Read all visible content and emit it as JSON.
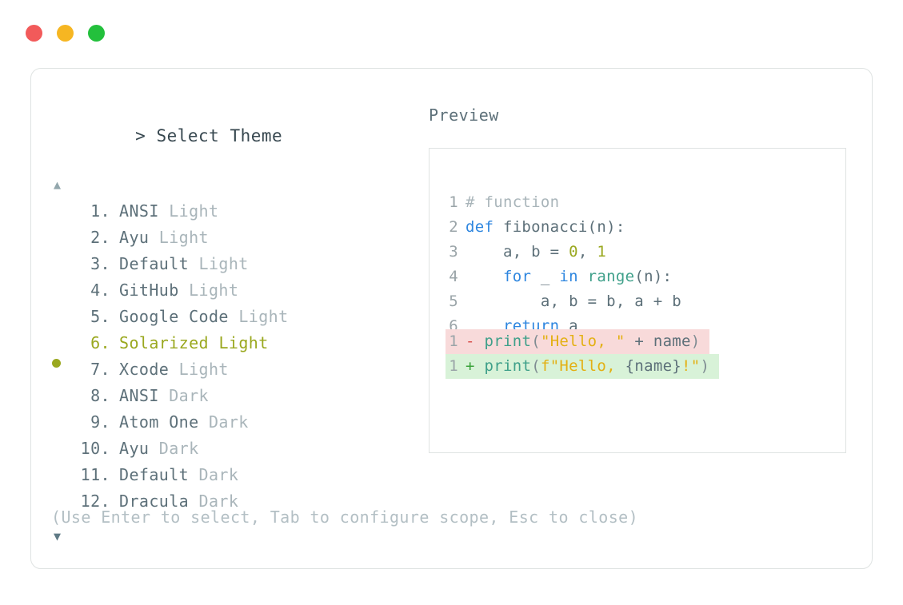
{
  "window": {
    "traffic_lights": [
      {
        "name": "close",
        "color": "#f25a5a"
      },
      {
        "name": "minimize",
        "color": "#f6b622"
      },
      {
        "name": "maximize",
        "color": "#23c03c"
      }
    ]
  },
  "selector": {
    "prompt_caret": ">",
    "prompt_title": "Select Theme",
    "scroll_up_glyph": "▲",
    "scroll_down_glyph": "▼",
    "selected_bullet": "●",
    "selected_index": 6,
    "accent_color": "#9aa81f",
    "items": [
      {
        "num": "1.",
        "name": "ANSI",
        "variant": "Light",
        "selected": false
      },
      {
        "num": "2.",
        "name": "Ayu",
        "variant": "Light",
        "selected": false
      },
      {
        "num": "3.",
        "name": "Default",
        "variant": "Light",
        "selected": false
      },
      {
        "num": "4.",
        "name": "GitHub",
        "variant": "Light",
        "selected": false
      },
      {
        "num": "5.",
        "name": "Google Code",
        "variant": "Light",
        "selected": false
      },
      {
        "num": "6.",
        "name": "Solarized",
        "variant": "Light",
        "selected": true
      },
      {
        "num": "7.",
        "name": "Xcode",
        "variant": "Light",
        "selected": false
      },
      {
        "num": "8.",
        "name": "ANSI",
        "variant": "Dark",
        "selected": false
      },
      {
        "num": "9.",
        "name": "Atom One",
        "variant": "Dark",
        "selected": false
      },
      {
        "num": "10.",
        "name": "Ayu",
        "variant": "Dark",
        "selected": false
      },
      {
        "num": "11.",
        "name": "Default",
        "variant": "Dark",
        "selected": false
      },
      {
        "num": "12.",
        "name": "Dracula",
        "variant": "Dark",
        "selected": false
      }
    ]
  },
  "preview": {
    "label": "Preview",
    "code_lines": [
      {
        "ln": "1",
        "tokens": [
          {
            "t": "# function",
            "c": "comment"
          }
        ]
      },
      {
        "ln": "2",
        "tokens": [
          {
            "t": "def",
            "c": "kw"
          },
          {
            "t": " fibonacci(n):",
            "c": "plain"
          }
        ]
      },
      {
        "ln": "3",
        "tokens": [
          {
            "t": "    a, b = ",
            "c": "plain"
          },
          {
            "t": "0",
            "c": "num"
          },
          {
            "t": ", ",
            "c": "plain"
          },
          {
            "t": "1",
            "c": "num"
          }
        ]
      },
      {
        "ln": "4",
        "tokens": [
          {
            "t": "    ",
            "c": "plain"
          },
          {
            "t": "for",
            "c": "kw"
          },
          {
            "t": " _ ",
            "c": "plain"
          },
          {
            "t": "in",
            "c": "kw"
          },
          {
            "t": " ",
            "c": "plain"
          },
          {
            "t": "range",
            "c": "fn"
          },
          {
            "t": "(n):",
            "c": "plain"
          }
        ]
      },
      {
        "ln": "5",
        "tokens": [
          {
            "t": "        a, b = b, a + b",
            "c": "plain"
          }
        ]
      },
      {
        "ln": "6",
        "tokens": [
          {
            "t": "    ",
            "c": "plain"
          },
          {
            "t": "return",
            "c": "kw"
          },
          {
            "t": " a",
            "c": "plain"
          }
        ]
      }
    ],
    "diff_lines": [
      {
        "ln": "1",
        "marker": "-",
        "kind": "del",
        "tokens": [
          {
            "t": "print",
            "c": "fn"
          },
          {
            "t": "(",
            "c": "punct"
          },
          {
            "t": "\"Hello, \"",
            "c": "str"
          },
          {
            "t": " + ",
            "c": "plain"
          },
          {
            "t": "name",
            "c": "plain"
          },
          {
            "t": ")",
            "c": "punct"
          }
        ]
      },
      {
        "ln": "1",
        "marker": "+",
        "kind": "add",
        "tokens": [
          {
            "t": "print",
            "c": "fn"
          },
          {
            "t": "(",
            "c": "punct"
          },
          {
            "t": "f\"Hello, ",
            "c": "str"
          },
          {
            "t": "{name}",
            "c": "plain"
          },
          {
            "t": "!",
            "c": "str"
          },
          {
            "t": "\"",
            "c": "str"
          },
          {
            "t": ")",
            "c": "punct"
          }
        ]
      }
    ]
  },
  "footer": {
    "hint": "(Use Enter to select, Tab to configure scope, Esc to close)"
  }
}
